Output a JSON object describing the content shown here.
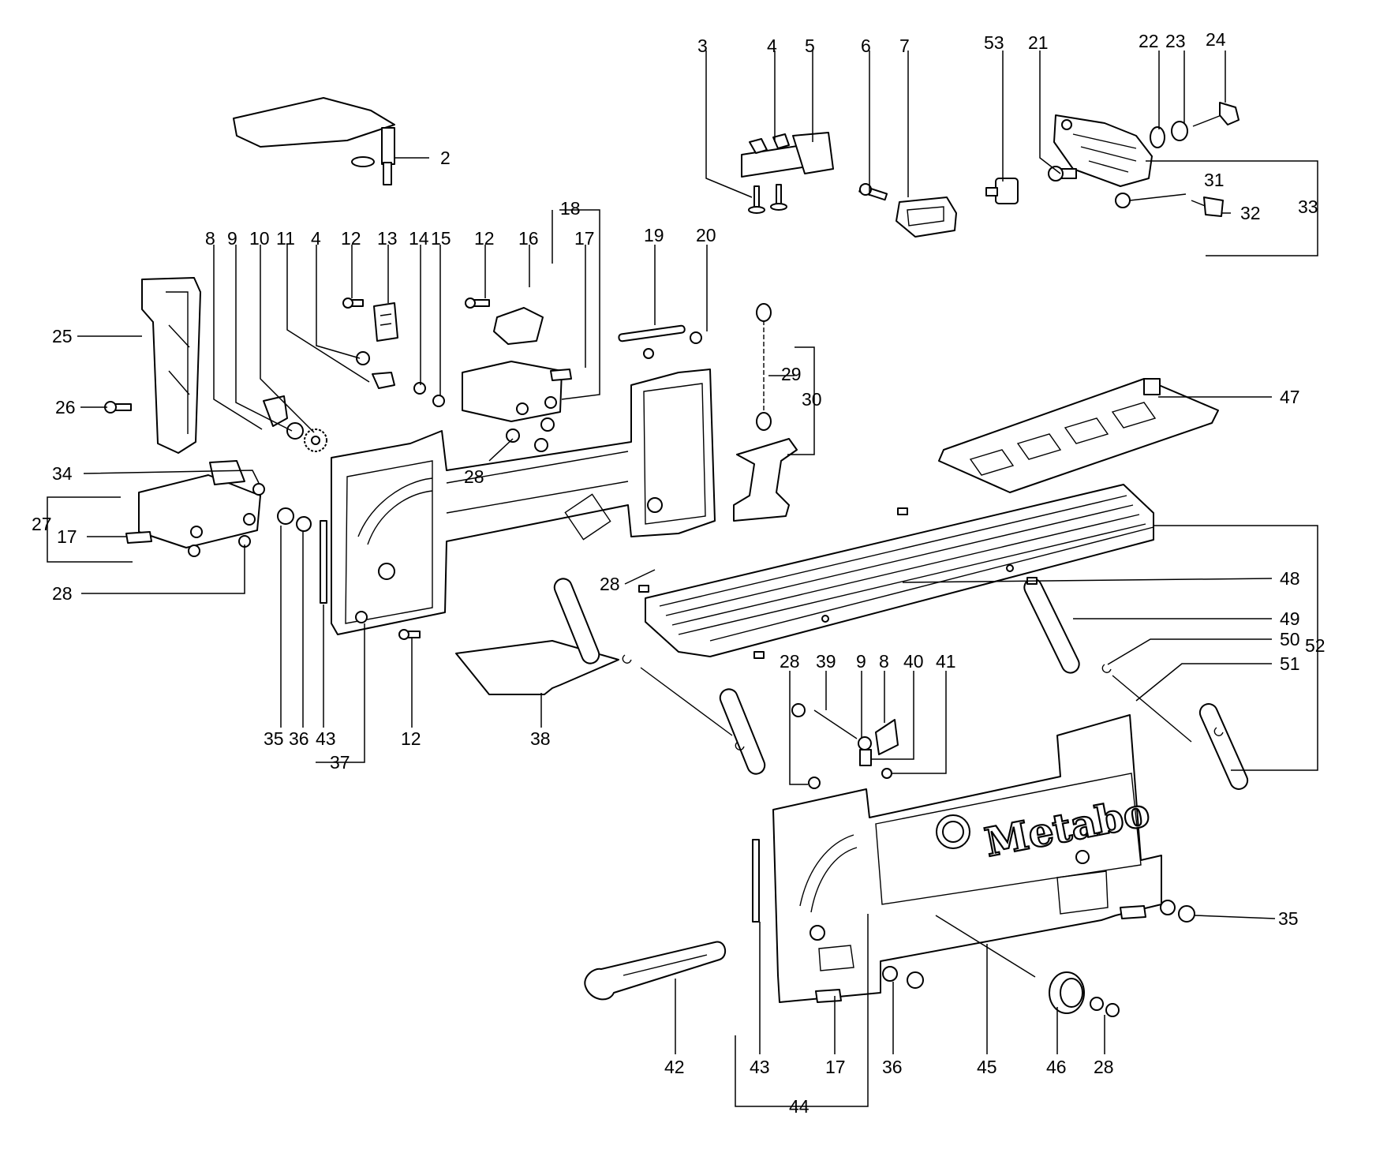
{
  "logo": {
    "text": "Metabo"
  },
  "callouts": [
    {
      "id": "c2",
      "text": "2"
    },
    {
      "id": "c3",
      "text": "3"
    },
    {
      "id": "c4a",
      "text": "4"
    },
    {
      "id": "c5",
      "text": "5"
    },
    {
      "id": "c6",
      "text": "6"
    },
    {
      "id": "c7",
      "text": "7"
    },
    {
      "id": "c53",
      "text": "53"
    },
    {
      "id": "c21",
      "text": "21"
    },
    {
      "id": "c22",
      "text": "22"
    },
    {
      "id": "c23",
      "text": "23"
    },
    {
      "id": "c24",
      "text": "24"
    },
    {
      "id": "c31",
      "text": "31"
    },
    {
      "id": "c32",
      "text": "32"
    },
    {
      "id": "c33",
      "text": "33"
    },
    {
      "id": "c8a",
      "text": "8"
    },
    {
      "id": "c9a",
      "text": "9"
    },
    {
      "id": "c10",
      "text": "10"
    },
    {
      "id": "c11",
      "text": "11"
    },
    {
      "id": "c4b",
      "text": "4"
    },
    {
      "id": "c12a",
      "text": "12"
    },
    {
      "id": "c13",
      "text": "13"
    },
    {
      "id": "c14",
      "text": "14"
    },
    {
      "id": "c15",
      "text": "15"
    },
    {
      "id": "c12b",
      "text": "12"
    },
    {
      "id": "c16",
      "text": "16"
    },
    {
      "id": "c18",
      "text": "18"
    },
    {
      "id": "c17a",
      "text": "17"
    },
    {
      "id": "c19",
      "text": "19"
    },
    {
      "id": "c20",
      "text": "20"
    },
    {
      "id": "c25",
      "text": "25"
    },
    {
      "id": "c26",
      "text": "26"
    },
    {
      "id": "c29",
      "text": "29"
    },
    {
      "id": "c30",
      "text": "30"
    },
    {
      "id": "c47",
      "text": "47"
    },
    {
      "id": "c34",
      "text": "34"
    },
    {
      "id": "c27",
      "text": "27"
    },
    {
      "id": "c17b",
      "text": "17"
    },
    {
      "id": "c28a",
      "text": "28"
    },
    {
      "id": "c28b",
      "text": "28"
    },
    {
      "id": "c28c",
      "text": "28"
    },
    {
      "id": "c48",
      "text": "48"
    },
    {
      "id": "c49",
      "text": "49"
    },
    {
      "id": "c50",
      "text": "50"
    },
    {
      "id": "c51",
      "text": "51"
    },
    {
      "id": "c52",
      "text": "52"
    },
    {
      "id": "c28d",
      "text": "28"
    },
    {
      "id": "c39",
      "text": "39"
    },
    {
      "id": "c9b",
      "text": "9"
    },
    {
      "id": "c8b",
      "text": "8"
    },
    {
      "id": "c40",
      "text": "40"
    },
    {
      "id": "c41",
      "text": "41"
    },
    {
      "id": "c35a",
      "text": "35"
    },
    {
      "id": "c36a",
      "text": "36"
    },
    {
      "id": "c43a",
      "text": "43"
    },
    {
      "id": "c37",
      "text": "37"
    },
    {
      "id": "c12c",
      "text": "12"
    },
    {
      "id": "c38",
      "text": "38"
    },
    {
      "id": "c35b",
      "text": "35"
    },
    {
      "id": "c42",
      "text": "42"
    },
    {
      "id": "c43b",
      "text": "43"
    },
    {
      "id": "c17c",
      "text": "17"
    },
    {
      "id": "c36b",
      "text": "36"
    },
    {
      "id": "c45",
      "text": "45"
    },
    {
      "id": "c46",
      "text": "46"
    },
    {
      "id": "c28e",
      "text": "28"
    },
    {
      "id": "c44",
      "text": "44"
    }
  ]
}
